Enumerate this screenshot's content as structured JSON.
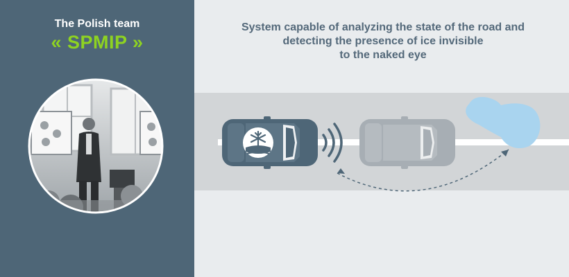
{
  "team": {
    "label": "The Polish team",
    "name": "« SPMIP »"
  },
  "headline": {
    "line1": "System capable of analyzing the state of the road and",
    "line2": "detecting the presence of ice invisible",
    "line3": "to the naked eye"
  },
  "colors": {
    "panel": "#4e6677",
    "accent_green": "#8ed321",
    "road": "#d2d5d7",
    "car_dark": "#4e6677",
    "car_light": "#a7aeb4",
    "ice": "#a9d4ef"
  },
  "icons": {
    "ice_sensor": "snowflake-over-water-icon",
    "signal": "wireless-waves-icon"
  }
}
